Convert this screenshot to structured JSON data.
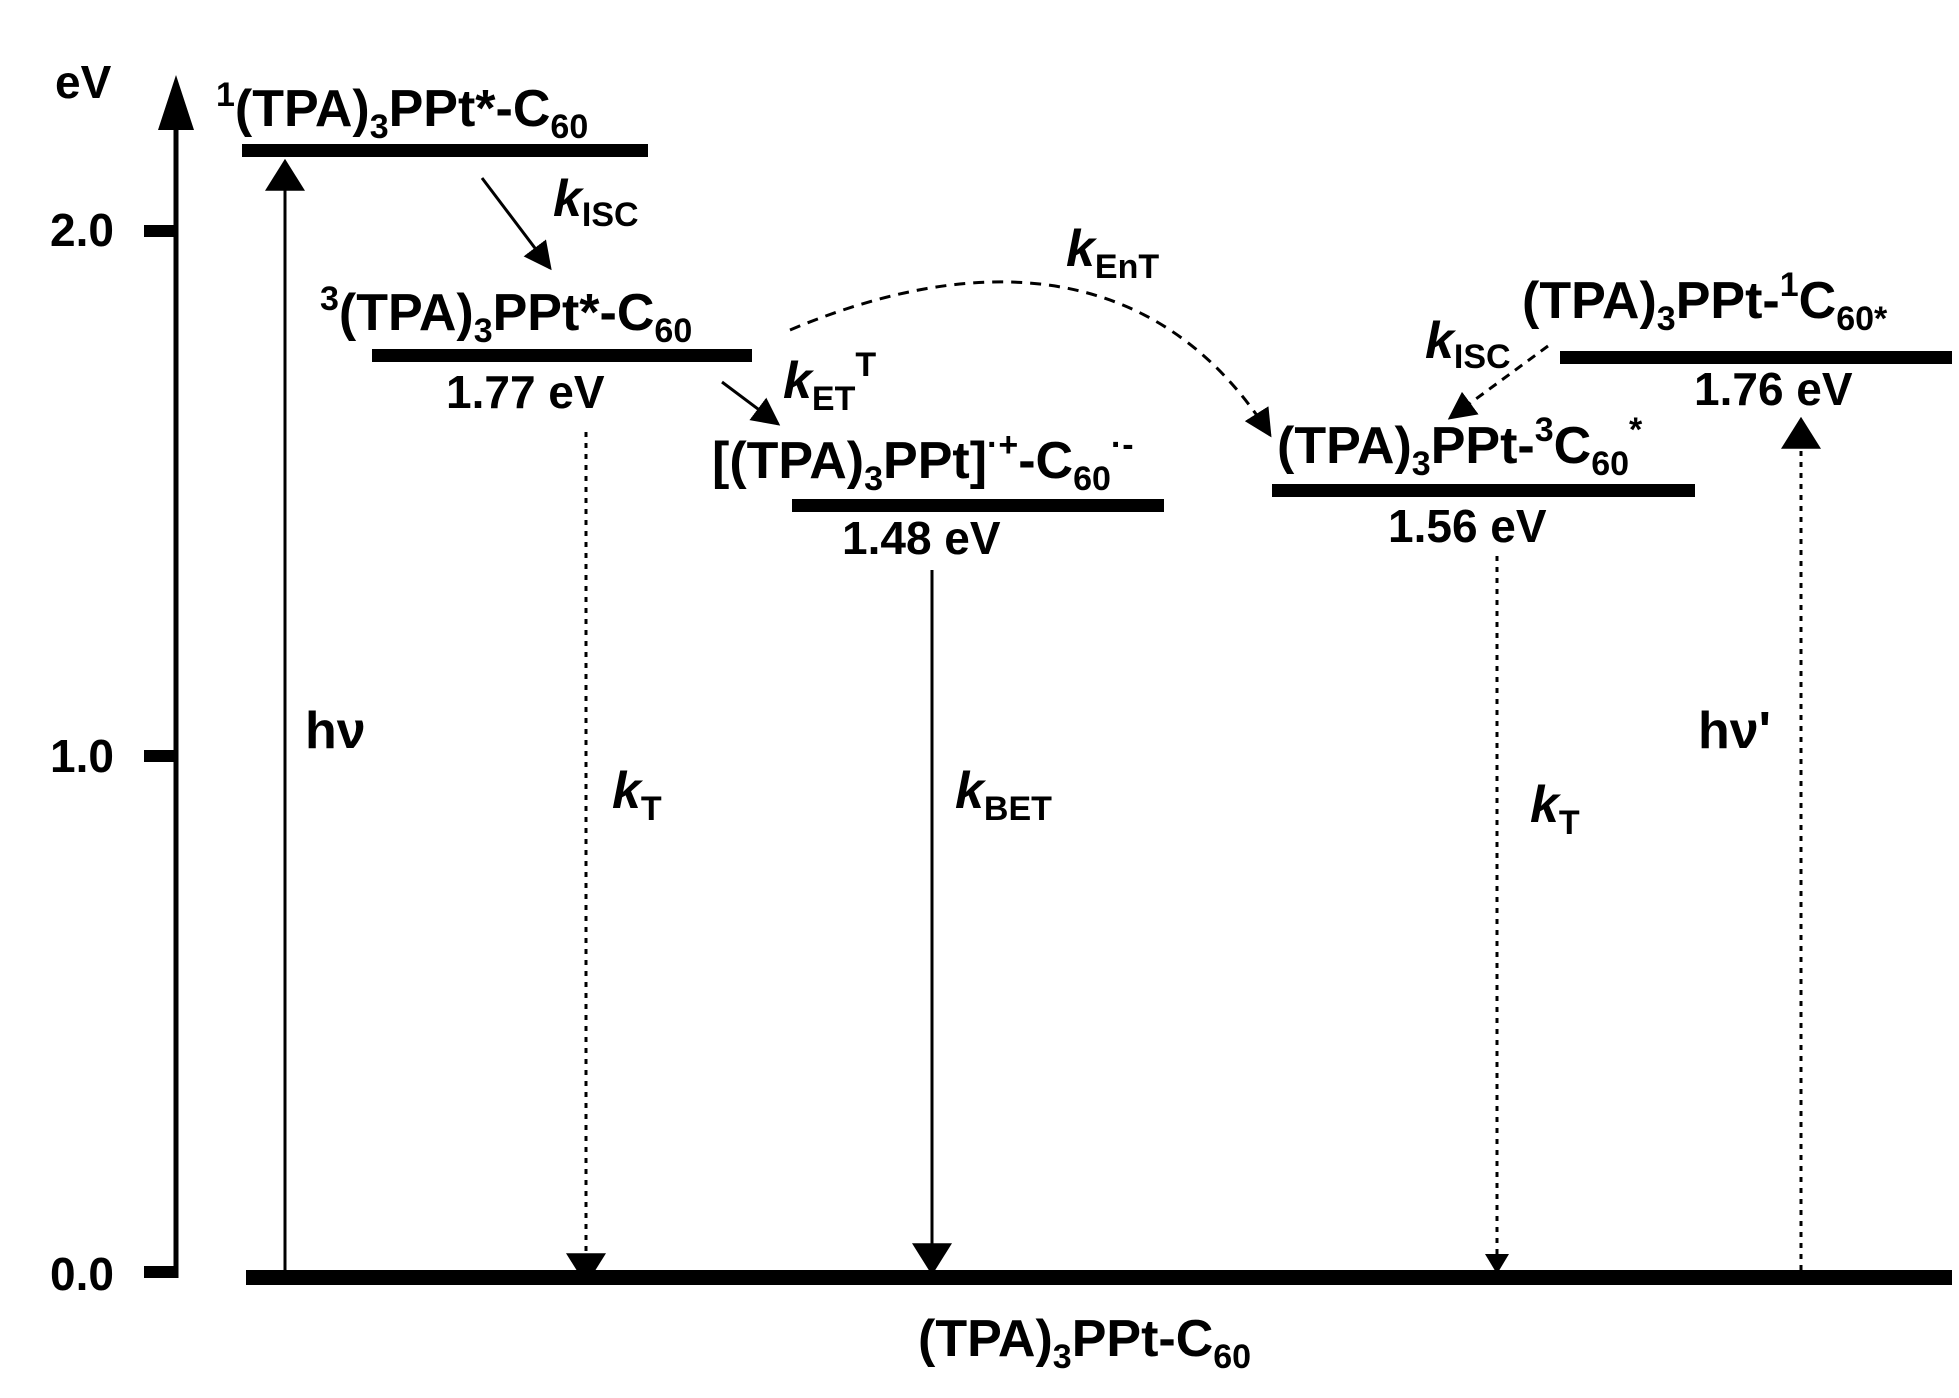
{
  "axis": {
    "unit": "eV",
    "ticks": [
      {
        "value": 2.0,
        "label": "2.0"
      },
      {
        "value": 1.0,
        "label": "1.0"
      },
      {
        "value": 0.0,
        "label": "0.0"
      }
    ]
  },
  "states": {
    "singlet_porphyrin": {
      "pre": "1",
      "main": "(TPA)",
      "sub": "3",
      "mid": "PPt*-C",
      "sub2": "60",
      "energy_ev": 2.15
    },
    "triplet_porphyrin": {
      "pre": "3",
      "main": "(TPA)",
      "sub": "3",
      "mid": "PPt*-C",
      "sub2": "60",
      "energy_ev": 1.77,
      "energy_label": "1.77 eV"
    },
    "radical_pair": {
      "main": "[(TPA)",
      "sub": "3",
      "mid": "PPt]",
      "sup": "·+",
      "mid2": "-C",
      "sub2": "60",
      "sup2": "·-",
      "energy_ev": 1.48,
      "energy_label": "1.48 eV"
    },
    "triplet_c60": {
      "main": "(TPA)",
      "sub": "3",
      "mid": "PPt-",
      "sup": "3",
      "mid2": "C",
      "sub2": "60",
      "sup2": "*",
      "energy_ev": 1.56,
      "energy_label": "1.56 eV"
    },
    "singlet_c60": {
      "main": "(TPA)",
      "sub": "3",
      "mid": "PPt-",
      "sup": "1",
      "mid2": "C",
      "sub2": "60*",
      "energy_ev": 1.76,
      "energy_label": "1.76 eV"
    },
    "ground": {
      "main": "(TPA)",
      "sub": "3",
      "mid": "PPt-C",
      "sub2": "60",
      "energy_ev": 0.0
    }
  },
  "processes": {
    "hv": {
      "k": "",
      "label": "hν"
    },
    "hv_prime": {
      "label": "hν'"
    },
    "k_isc_1": {
      "k": "k",
      "sub": "ISC"
    },
    "k_isc_2": {
      "k": "k",
      "sub": "ISC"
    },
    "k_et_t": {
      "k": "k",
      "sub": "ET",
      "sup": "T"
    },
    "k_ent": {
      "k": "k",
      "sub": "EnT"
    },
    "k_t_1": {
      "k": "k",
      "sub": "T"
    },
    "k_t_2": {
      "k": "k",
      "sub": "T"
    },
    "k_bet": {
      "k": "k",
      "sub": "BET"
    }
  }
}
